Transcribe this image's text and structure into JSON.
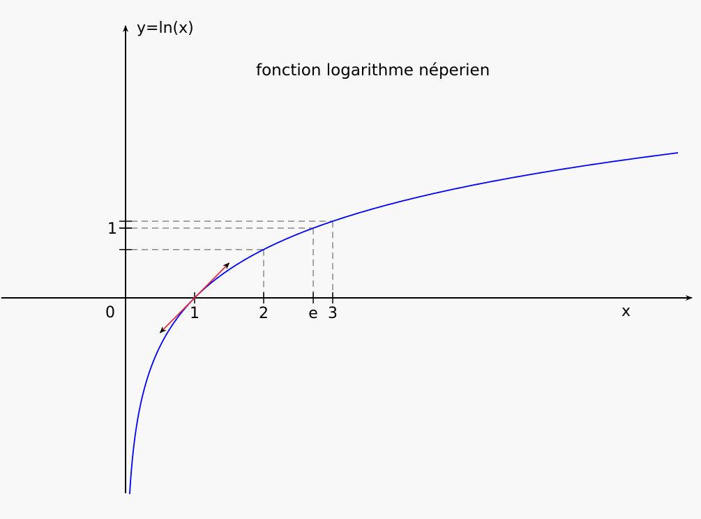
{
  "chart_data": {
    "type": "line",
    "title": "fonction logarithme néperien",
    "ylabel": "y=ln(x)",
    "xlabel": "x",
    "origin_label": "0",
    "xlim": [
      -1.8,
      8.2
    ],
    "ylim": [
      -2.8,
      3.9
    ],
    "x_ticks": [
      {
        "value": 1,
        "label": "1"
      },
      {
        "value": 2,
        "label": "2"
      },
      {
        "value": 2.718,
        "label": "e"
      },
      {
        "value": 3,
        "label": "3"
      }
    ],
    "y_ticks": [
      {
        "value": 1,
        "label": "1"
      }
    ],
    "guide_points": [
      {
        "x": 2,
        "y": 0.693
      },
      {
        "x": 2.718,
        "y": 1
      },
      {
        "x": 3,
        "y": 1.099
      }
    ],
    "series": [
      {
        "function": "ln(x)",
        "x_range": [
          0.06,
          8.0
        ],
        "color": "#0000ff"
      }
    ],
    "tangent": {
      "at_x": 1,
      "slope": 1,
      "x_range": [
        0.5,
        1.5
      ],
      "color": "#e8293a",
      "arrow_color": "#000000"
    },
    "grid": false,
    "guide_color": "#888888",
    "background": "#f8f8f8"
  }
}
